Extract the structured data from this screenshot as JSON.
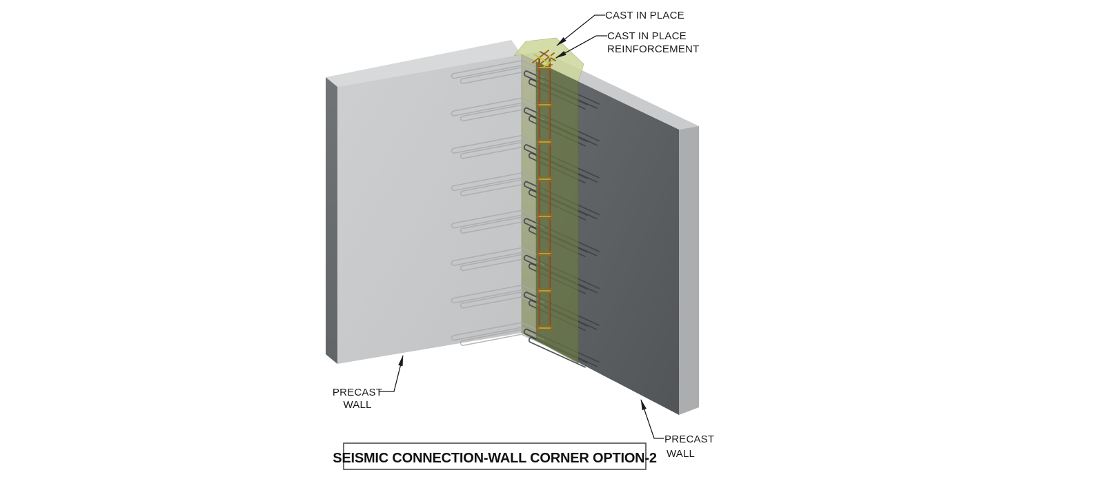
{
  "document": {
    "background": "#ffffff",
    "type": "isometric construction detail drawing"
  },
  "title_box": {
    "label": "SEISMIC CONNECTION-WALL CORNER OPTION-2"
  },
  "callouts": {
    "cast_in_place": {
      "label": "CAST IN PLACE"
    },
    "cast_in_place_reinforcement": {
      "label_line1": "CAST IN PLACE",
      "label_line2": "REINFORCEMENT"
    },
    "precast_wall_left": {
      "label_line1": "PRECAST",
      "label_line2": "WALL"
    },
    "precast_wall_right": {
      "label_line1": "PRECAST",
      "label_line2": "WALL"
    }
  },
  "diagram": {
    "description": "Two precast concrete wall panels meeting at a corner, joined by a vertical cast-in-place strip with vertical rebar, ties and protruding U-bar loops from each panel",
    "colors": {
      "left_wall_face": "#c7c9cb",
      "left_wall_top": "#d7d9da",
      "left_wall_end": "#6b6e70",
      "right_wall_face": "#5b5e60",
      "right_wall_side": "#abadaf",
      "right_wall_top": "#c9cbcd",
      "cip_return_strip": "#a9ae90",
      "cip_green_strip": "#68783c",
      "cip_top_block": "#cdd69b",
      "vertical_rebar": "#8a5a2c",
      "tie": "#a2611f",
      "tie_accent": "#b9c832",
      "left_loop": "#a7a9ab",
      "right_loop": "#3f4245",
      "leader": "#1b1b1b"
    },
    "rebar": {
      "vertical_bars": 2,
      "left_wall_loop_rows": 8,
      "right_wall_loop_rows": 8,
      "joint_tie_rows": 8
    }
  }
}
